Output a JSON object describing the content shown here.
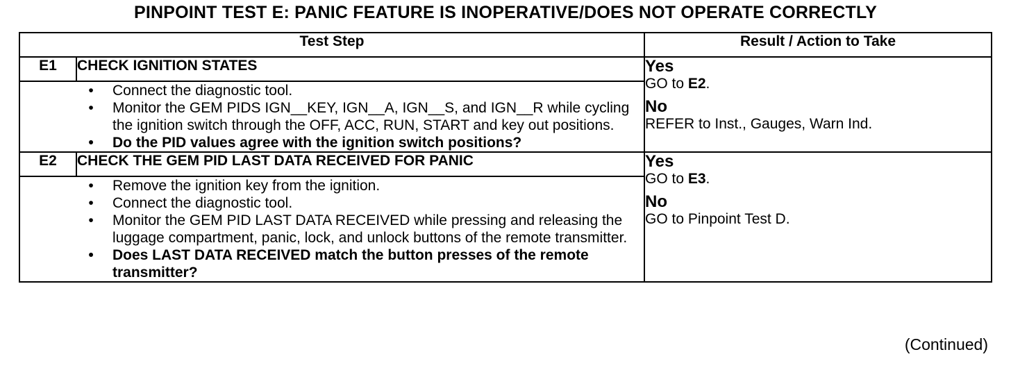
{
  "title": "PINPOINT TEST  E: PANIC FEATURE IS INOPERATIVE/DOES NOT OPERATE CORRECTLY",
  "headers": {
    "test_step": "Test Step",
    "result": "Result / Action to Take"
  },
  "steps": [
    {
      "id": "E1",
      "title": "CHECK IGNITION STATES",
      "bullet": "•",
      "items": [
        "Connect the diagnostic tool.",
        "Monitor the GEM PIDS IGN__KEY, IGN__A, IGN__S, and IGN__R while cycling the ignition switch through the OFF, ACC, RUN, START and key out positions."
      ],
      "question": "Do the PID values agree with the ignition switch positions?",
      "yes_label": "Yes",
      "yes_action_prefix": "GO to ",
      "yes_action_target": "E2",
      "yes_action_suffix": ".",
      "no_label": "No",
      "no_action": "REFER to Inst., Gauges, Warn Ind."
    },
    {
      "id": "E2",
      "title": "CHECK THE GEM PID LAST DATA RECEIVED FOR PANIC",
      "bullet": "•",
      "items": [
        "Remove the ignition key from the ignition.",
        "Connect the diagnostic tool.",
        "Monitor the GEM PID LAST DATA RECEIVED while pressing and releasing the luggage compartment, panic, lock, and unlock buttons of the remote transmitter."
      ],
      "question": "Does LAST DATA RECEIVED match the button presses of the remote transmitter?",
      "yes_label": "Yes",
      "yes_action_prefix": "GO to ",
      "yes_action_target": "E3",
      "yes_action_suffix": ".",
      "no_label": "No",
      "no_action": "GO to Pinpoint Test D."
    }
  ],
  "continued": "(Continued)"
}
